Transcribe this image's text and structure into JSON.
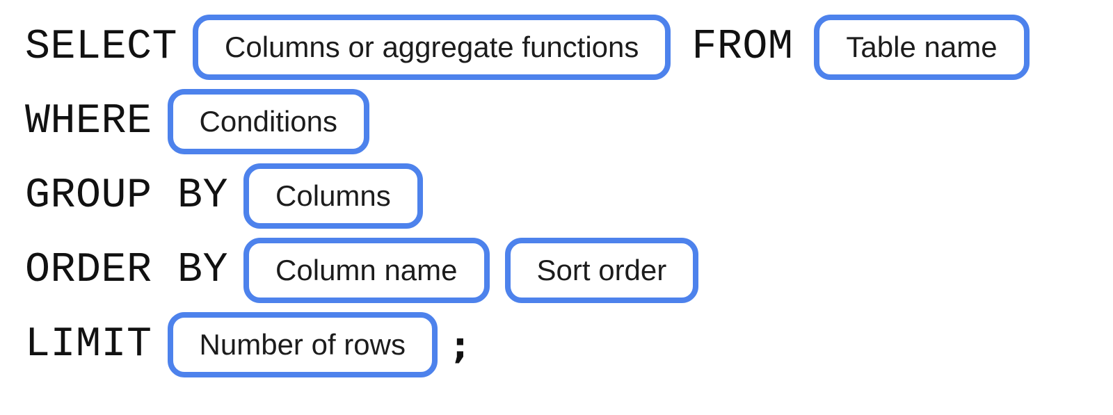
{
  "page": {
    "description": "SQL query syntax template diagram",
    "background_color": "#ffffff",
    "accent_color": "#4d82ec",
    "keyword_text_color": "#111111",
    "placeholder_text_color": "#1c1c1c"
  },
  "lines": [
    {
      "keyword": "SELECT",
      "box1": "Columns or aggregate functions",
      "keyword2": "FROM",
      "box2": "Table name"
    },
    {
      "keyword": "WHERE",
      "box1": "Conditions"
    },
    {
      "keyword": "GROUP BY",
      "box1": "Columns"
    },
    {
      "keyword": "ORDER BY",
      "box1": "Column name",
      "box2": "Sort order"
    },
    {
      "keyword": "LIMIT",
      "box1": "Number of rows",
      "terminator": ";"
    }
  ]
}
